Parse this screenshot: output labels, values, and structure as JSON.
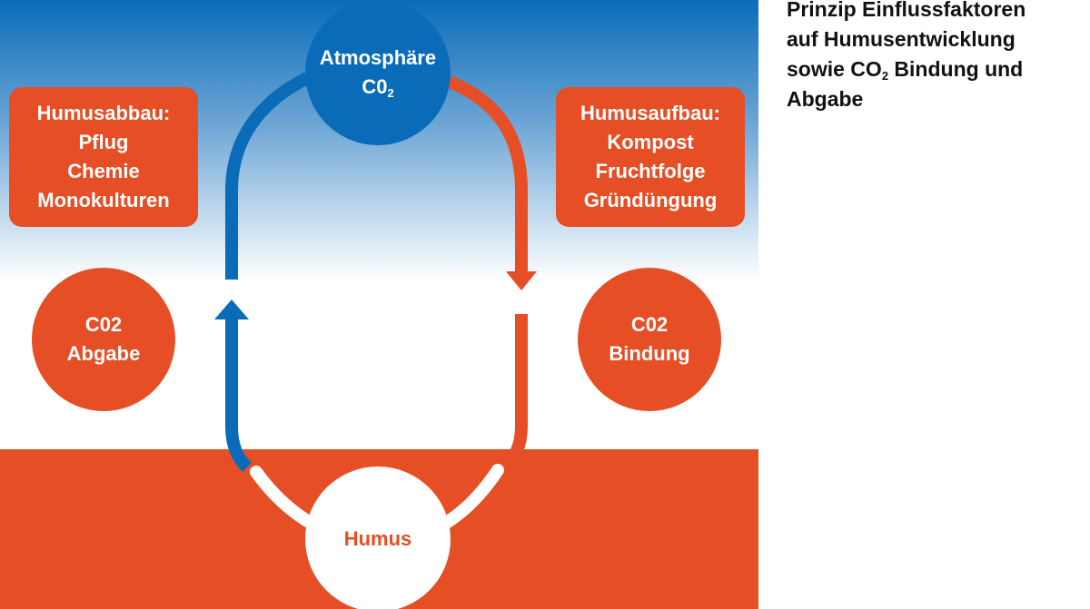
{
  "colors": {
    "blue": "#0a6cb8",
    "orange": "#e64e25",
    "white": "#ffffff",
    "text_dark": "#111111"
  },
  "caption": {
    "line1": "Prinzip Einflussfaktoren",
    "line2": "auf Humusentwicklung",
    "line3_pre": "sowie CO",
    "line3_sub": "2",
    "line3_post": " Bindung und",
    "line4": "Abgabe"
  },
  "atmosphere": {
    "label": "Atmosphäre",
    "formula_pre": "C0",
    "formula_sub": "2"
  },
  "humus": {
    "label": "Humus"
  },
  "humusabbau": {
    "title": "Humusabbau:",
    "items": [
      "Pflug",
      "Chemie",
      "Monokulturen"
    ]
  },
  "humusaufbau": {
    "title": "Humusaufbau:",
    "items": [
      "Kompost",
      "Fruchtfolge",
      "Gründüngung"
    ]
  },
  "co2_release": {
    "line1": "C02",
    "line2": "Abgabe"
  },
  "co2_binding": {
    "line1": "C02",
    "line2": "Bindung"
  }
}
